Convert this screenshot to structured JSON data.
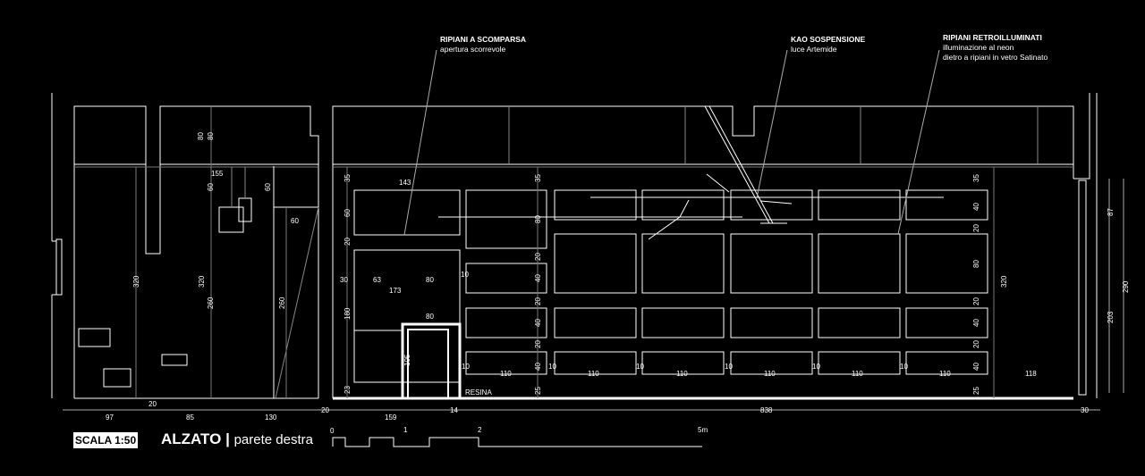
{
  "annotations": {
    "ripiani_scomparsa": {
      "title": "RIPIANI A SCOMPARSA",
      "sub": "apertura scorrevole"
    },
    "kao": {
      "title": "KAO SOSPENSIONE",
      "sub": "luce Artemide"
    },
    "retroilluminati": {
      "title": "RIPIANI RETROILLUMINATI",
      "sub1": "illuminazione al neon",
      "sub2": "dietro a ripiani in vetro Satinato"
    }
  },
  "resina": "RESINA",
  "dims": {
    "bottom": [
      "97",
      "20",
      "85",
      "130",
      "20",
      "159",
      "14",
      "838",
      "30"
    ],
    "col_110": "110",
    "d10": "10",
    "d118": "118",
    "d143": "143",
    "d155": "155",
    "d60": "60",
    "d80": "80",
    "d63": "63",
    "d30": "30",
    "d173": "173",
    "d105": "105",
    "d180": "180",
    "d23": "23",
    "d20": "20",
    "d35": "35",
    "d40": "40",
    "d25": "25",
    "d320": "320",
    "d260": "260",
    "d87": "87",
    "d290": "290",
    "d203": "203"
  },
  "footer": {
    "scale": "SCALA 1:50",
    "title": "ALZATO",
    "separator": " | ",
    "subtitle": "parete destra"
  },
  "scale_bar": {
    "t0": "0",
    "t1": "1",
    "t2": "2",
    "t5": "5m"
  }
}
